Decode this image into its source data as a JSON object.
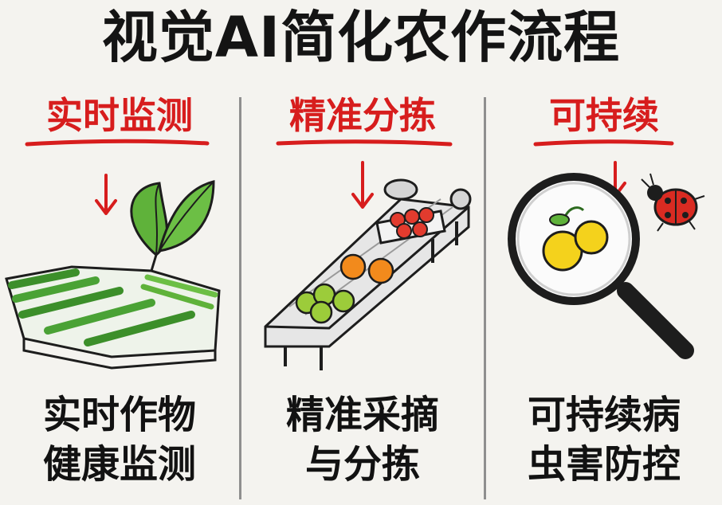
{
  "title": "视觉AI简化农作流程",
  "colors": {
    "accent": "#d71d1d",
    "text": "#121212",
    "background": "#f4f3ef"
  },
  "panels": [
    {
      "heading": "实时监测",
      "caption_line1": "实时作物",
      "caption_line2": "健康监测",
      "icon": "crop-field-with-leaf-icon"
    },
    {
      "heading": "精准分拣",
      "caption_line1": "精准采摘",
      "caption_line2": "与分拣",
      "icon": "conveyor-belt-sorting-icon"
    },
    {
      "heading": "可持续",
      "caption_line1": "可持续病",
      "caption_line2": "虫害防控",
      "icon": "magnifier-fruit-ladybug-icon"
    }
  ]
}
